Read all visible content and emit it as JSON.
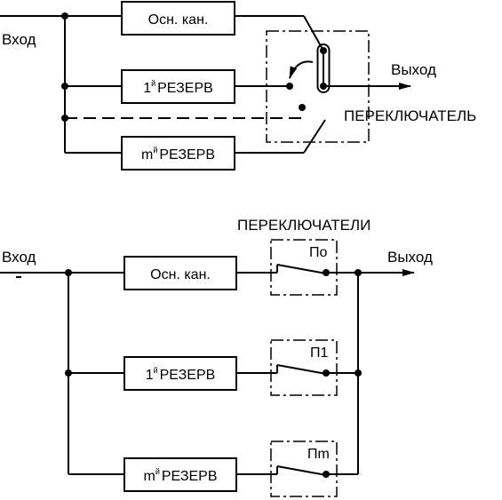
{
  "top": {
    "input_label": "Вход",
    "output_label": "Выход",
    "main_channel": "Осн. кан.",
    "reserve_1": {
      "prefix": "1",
      "suffix": "й",
      "name": "РЕЗЕРВ"
    },
    "reserve_m": {
      "prefix": "m",
      "suffix": "й",
      "name": "РЕЗЕРВ"
    },
    "switch_label": "ПЕРЕКЛЮЧАТЕЛЬ"
  },
  "bottom": {
    "input_label": "Вход",
    "output_label": "Выход",
    "switches_label": "ПЕРЕКЛЮЧАТЕЛИ",
    "main_channel": "Осн. кан.",
    "reserve_1": {
      "prefix": "1",
      "suffix": "й",
      "name": "РЕЗЕРВ"
    },
    "reserve_m": {
      "prefix": "m",
      "suffix": "й",
      "name": "РЕЗЕРВ"
    },
    "switch_0": "По",
    "switch_1": "П1",
    "switch_m": "Пm"
  },
  "colors": {
    "ink": "#000000",
    "background": "#ffffff"
  }
}
